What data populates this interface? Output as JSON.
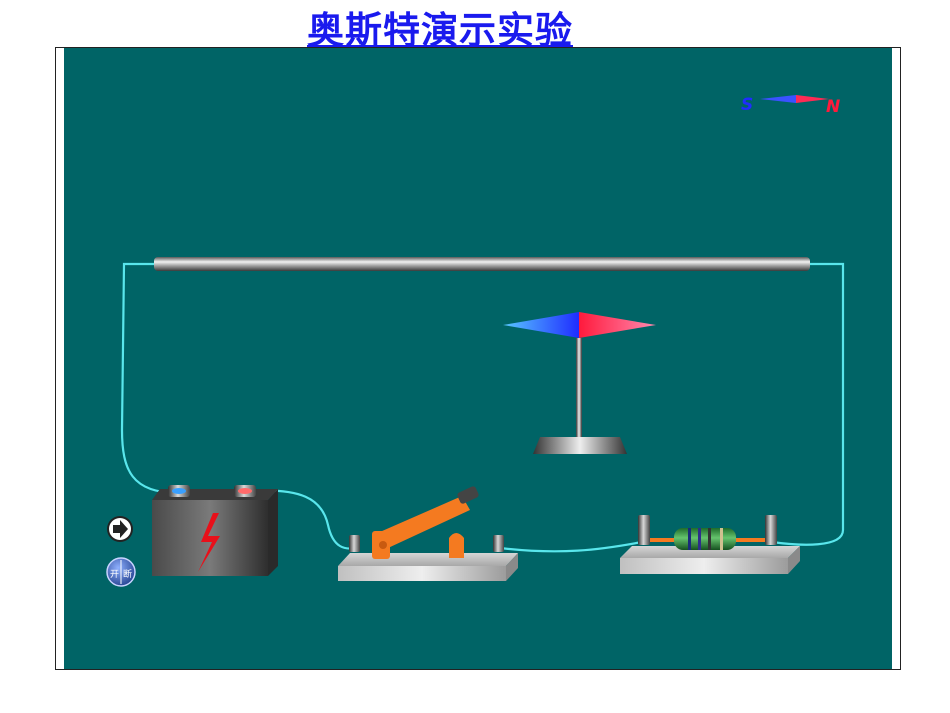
{
  "page": {
    "title": "奥斯特演示实验"
  },
  "compass": {
    "south_label": "S",
    "north_label": "N"
  },
  "controls": {
    "play_icon": "arrow-right-icon",
    "toggle_icon": "on-off-switch-icon",
    "toggle_label_left": "开",
    "toggle_label_right": "断"
  },
  "colors": {
    "background": "#006466",
    "title": "#1a1aee",
    "wire": "#59e6ec",
    "needle_north": "#ff2a55",
    "needle_south": "#1f3cff",
    "switch_orange": "#f47a20",
    "battery_spark": "#e8101a"
  }
}
